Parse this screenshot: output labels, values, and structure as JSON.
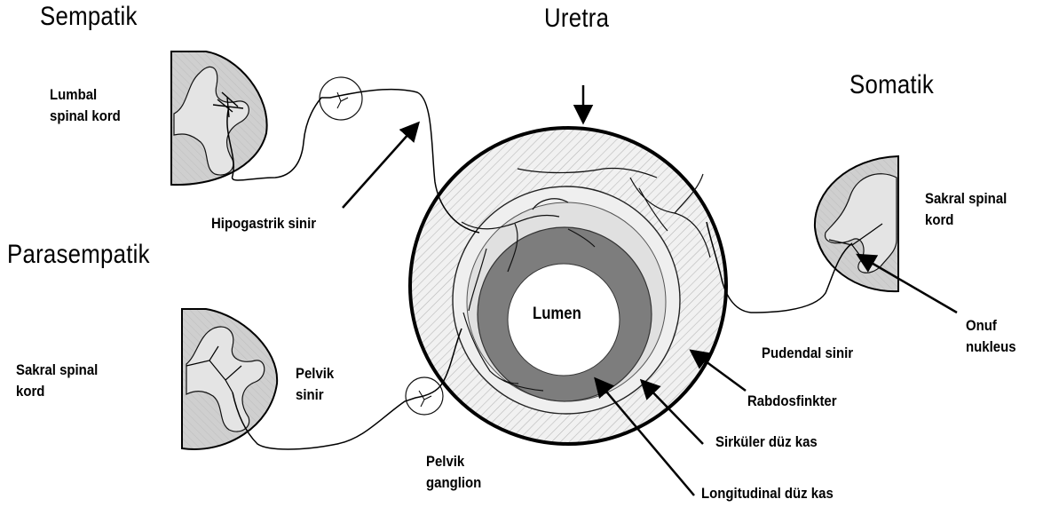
{
  "titles": {
    "sympathetic": "Sempatik",
    "urethra": "Uretra",
    "somatic": "Somatik",
    "parasympathetic": "Parasempatik"
  },
  "labels": {
    "lumbal_spinal_kord": [
      "Lumbal",
      "spinal kord"
    ],
    "hipogastrik_sinir": "Hipogastrik sinir",
    "sakral_spinal_kord_left": [
      "Sakral spinal",
      "kord"
    ],
    "pelvik_sinir": [
      "Pelvik",
      "sinir"
    ],
    "pelvik_ganglion": [
      "Pelvik",
      "ganglion"
    ],
    "sakral_spinal_kord_right": [
      "Sakral spinal",
      "kord"
    ],
    "onuf_nukleus": [
      "Onuf",
      "nukleus"
    ],
    "pudendal_sinir": "Pudendal sinir",
    "lumen": "Lumen",
    "rabdosfinkter": "Rabdosfinkter",
    "sirkuler_duz_kas": "Sirküler düz kas",
    "longitudinal_duz_kas": "Longitudinal düz kas"
  },
  "colors": {
    "line": "#000000",
    "muscle_dark": "#7d7d7d",
    "ring_light": "#e6e6e6",
    "cord_fill": "#d2d2d2",
    "background": "#ffffff"
  }
}
